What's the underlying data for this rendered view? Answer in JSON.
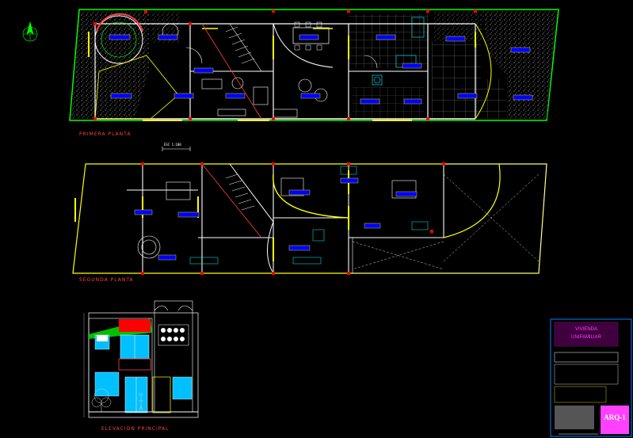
{
  "drawing": {
    "first_floor_label": "PRIMERA PLANTA",
    "second_floor_label": "SEGUNDA PLANTA",
    "elevation_label": "ELEVACION PRINCIPAL",
    "scale_text": "ESC 1:100"
  },
  "title_block": {
    "project_line1": "VIVIENDA",
    "project_line2": "UNIFAMILIAR",
    "logo": "ARQ-1"
  },
  "colors": {
    "background": "#000000",
    "walls": "#ffffff",
    "openings": "#ffff00",
    "garden": "#00ff00",
    "labels": "#ff4040",
    "furniture": "#00ffff",
    "tags": "#0000ff",
    "accent": "#ff00ff"
  }
}
